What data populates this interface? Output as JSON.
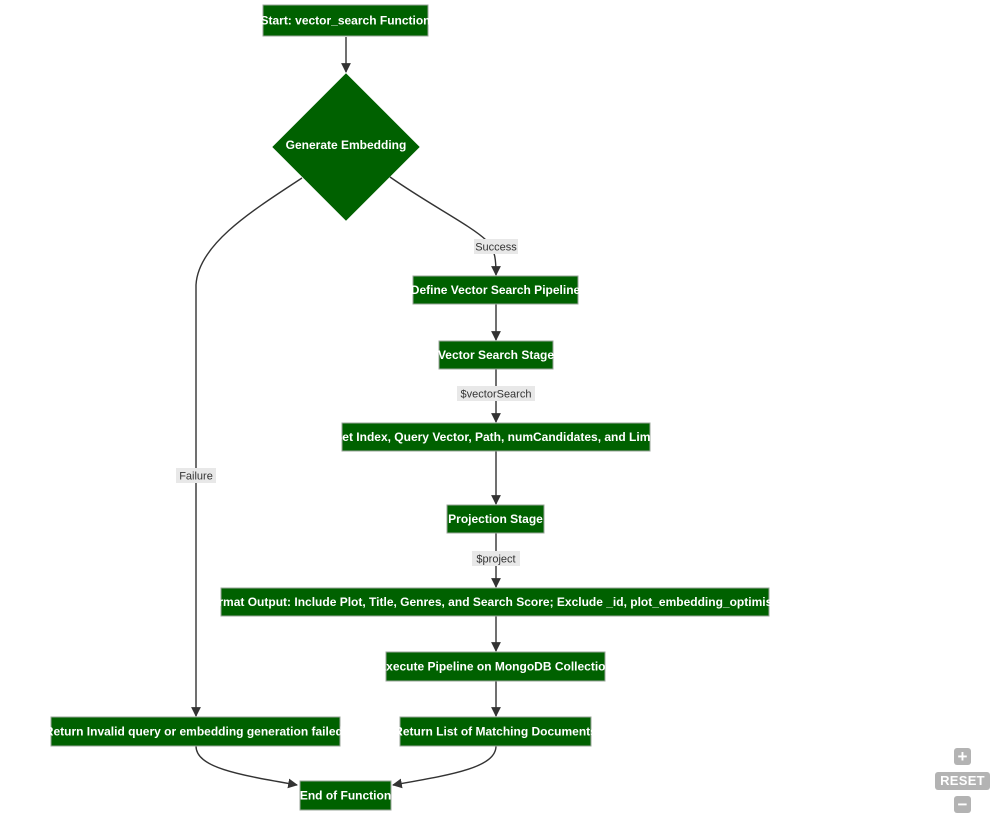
{
  "nodes": {
    "start": "Start: vector_search Function",
    "generate_embedding": "Generate Embedding",
    "define_pipeline": "Define Vector Search Pipeline",
    "vector_search_stage": "Vector Search Stage",
    "set_index": "Set Index, Query Vector, Path, numCandidates, and Limit",
    "projection_stage": "Projection Stage",
    "format_output": "Format Output: Include Plot, Title, Genres, and Search Score; Exclude _id, plot_embedding_optimised",
    "execute_pipeline": "Execute Pipeline on MongoDB Collection",
    "return_list": "Return List of Matching Documents",
    "return_invalid": "Return Invalid query or embedding generation failed.",
    "end": "End of Function"
  },
  "edge_labels": {
    "success": "Success",
    "failure": "Failure",
    "vector_search": "$vectorSearch",
    "project": "$project"
  },
  "controls": {
    "zoom_in": "+",
    "reset": "RESET",
    "zoom_out": "−"
  },
  "colors": {
    "node_fill": "#006100",
    "node_text": "#ffffff",
    "edge": "#333333",
    "edge_label_bg": "#e8e8e8",
    "control": "#b3b3b3"
  }
}
